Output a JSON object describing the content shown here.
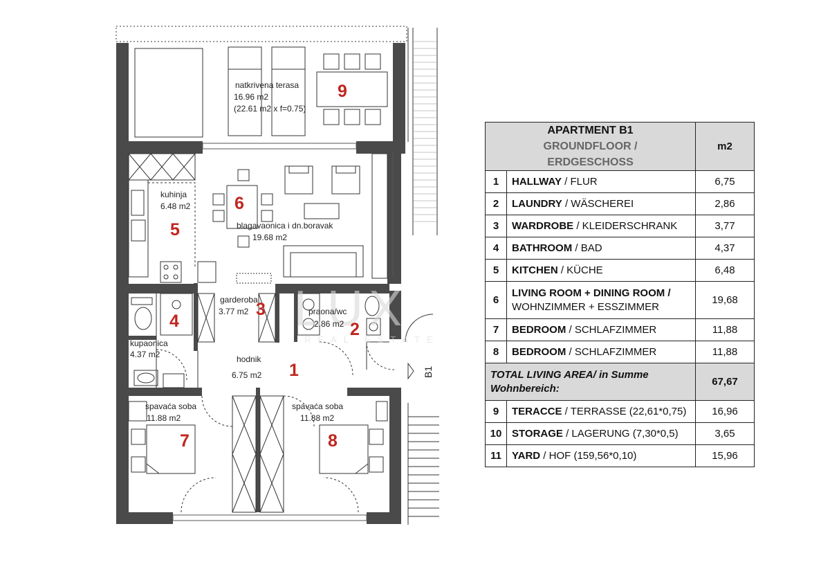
{
  "plan": {
    "rooms": [
      {
        "num": "9",
        "name": "natkrivena terasa",
        "area": "16.96 m2",
        "note": "(22.61 m2 x f=0.75)"
      },
      {
        "num": "6",
        "name": "blagavaonica i dn.boravak",
        "area": "19.68 m2"
      },
      {
        "num": "5",
        "name": "kuhinja",
        "area": "6.48 m2"
      },
      {
        "num": "3",
        "name": "garderoba",
        "area": "3.77 m2"
      },
      {
        "num": "2",
        "name": "praona/wc",
        "area": "2.86 m2"
      },
      {
        "num": "4",
        "name": "kupaonica",
        "area": "4.37 m2"
      },
      {
        "num": "1",
        "name": "hodnik",
        "area": "6.75 m2"
      },
      {
        "num": "7",
        "name": "spavaća soba",
        "area": "11.88 m2"
      },
      {
        "num": "8",
        "name": "spavaća soba",
        "area": "11.88 m2"
      }
    ],
    "section_mark": "B1",
    "watermark": {
      "logo": "LUX",
      "sub": "REAL ESTATE"
    }
  },
  "table": {
    "title": "APARTMENT B1",
    "subtitle1": "GROUNDFLOOR /",
    "subtitle2": "ERDGESCHOSS",
    "unit": "m2",
    "rows": [
      {
        "n": "1",
        "en": "HALLWAY",
        "de": " / FLUR",
        "v": "6,75"
      },
      {
        "n": "2",
        "en": "LAUNDRY",
        "de": " / WÄSCHEREI",
        "v": "2,86"
      },
      {
        "n": "3",
        "en": "WARDROBE",
        "de": " / KLEIDERSCHRANK",
        "v": "3,77"
      },
      {
        "n": "4",
        "en": "BATHROOM",
        "de": " / BAD",
        "v": "4,37"
      },
      {
        "n": "5",
        "en": "KITCHEN",
        "de": " / KÜCHE",
        "v": "6,48"
      },
      {
        "n": "6",
        "en": "LIVING ROOM + DINING ROOM /",
        "de": "WOHNZIMMER + ESSZIMMER",
        "v": "19,68"
      },
      {
        "n": "7",
        "en": "BEDROOM",
        "de": " / SCHLAFZIMMER",
        "v": "11,88"
      },
      {
        "n": "8",
        "en": "BEDROOM",
        "de": " / SCHLAFZIMMER",
        "v": "11,88"
      }
    ],
    "total": {
      "label1": "TOTAL LIVING AREA/ in Summe",
      "label2": "Wohnbereich:",
      "v": "67,67"
    },
    "extra": [
      {
        "n": "9",
        "en": "TERACCE",
        "de": " / TERRASSE (22,61*0,75)",
        "v": "16,96"
      },
      {
        "n": "10",
        "en": "STORAGE",
        "de": " / LAGERUNG (7,30*0,5)",
        "v": "3,65"
      },
      {
        "n": "11",
        "en": "YARD",
        "de": " / HOF (159,56*0,10)",
        "v": "15,96"
      }
    ]
  }
}
